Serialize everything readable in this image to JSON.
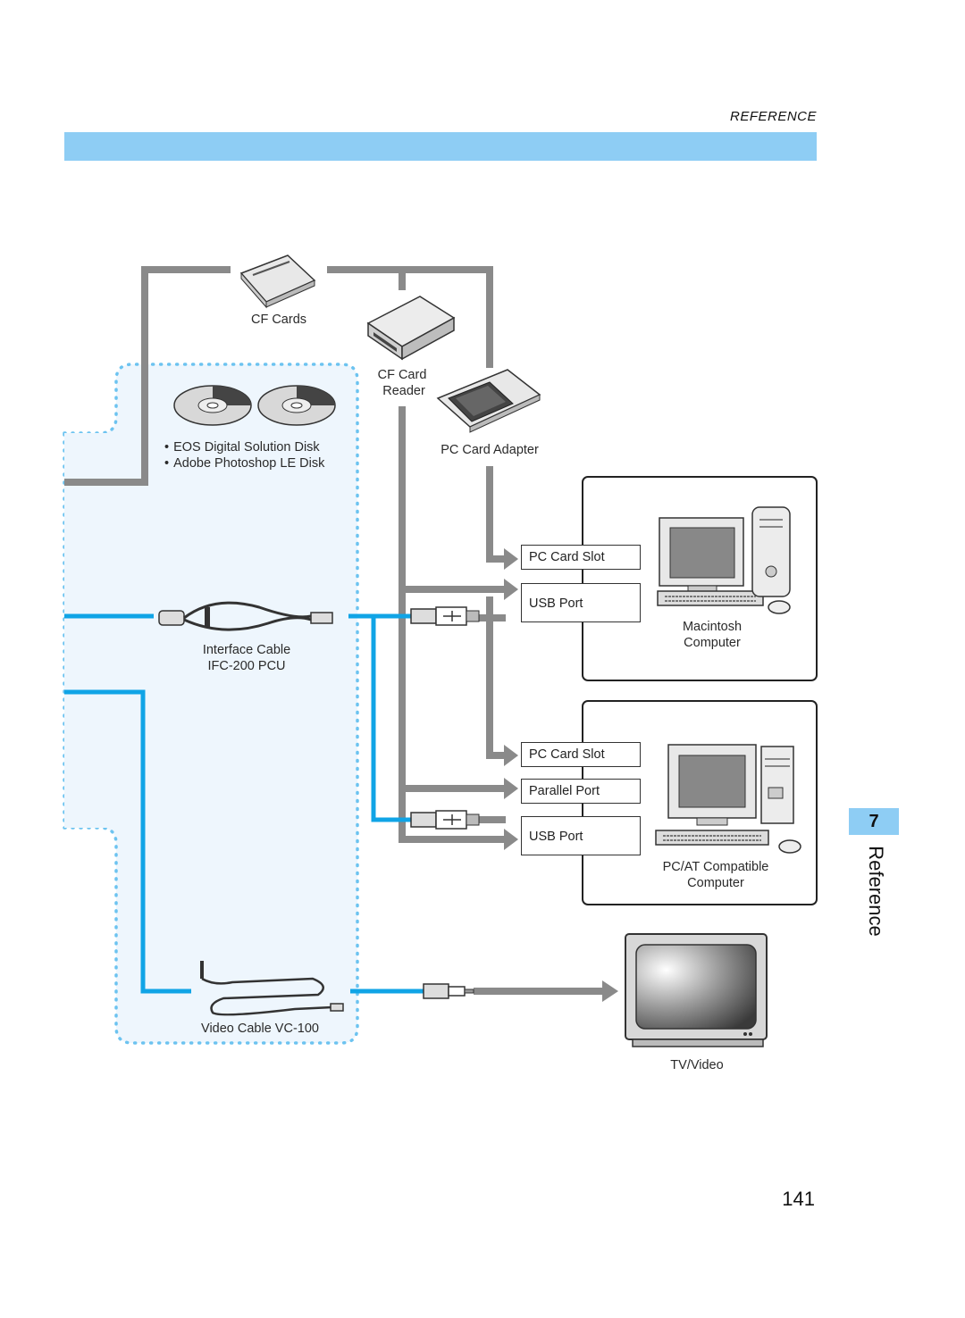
{
  "header": {
    "label": "REFERENCE",
    "bar_color": "#8ecdf4"
  },
  "labels": {
    "cf_cards": "CF Cards",
    "cf_card_reader_line1": "CF Card",
    "cf_card_reader_line2": "Reader",
    "pc_card_adapter": "PC Card Adapter",
    "disk1": "EOS Digital Solution Disk",
    "disk2": "Adobe Photoshop LE Disk",
    "interface_cable_line1": "Interface Cable",
    "interface_cable_line2": "IFC-200 PCU",
    "video_cable": "Video Cable VC-100",
    "mac_line1": "Macintosh",
    "mac_line2": "Computer",
    "pc_line1": "PC/AT Compatible",
    "pc_line2": "Computer",
    "tv": "TV/Video"
  },
  "mac_ports": [
    "PC Card Slot",
    "USB Port"
  ],
  "pc_ports": [
    "PC Card Slot",
    "Parallel Port",
    "USB Port"
  ],
  "chapter": {
    "number": "7",
    "title": "Reference"
  },
  "page_number": "141",
  "colors": {
    "gray_line": "#8a8a8a",
    "blue_line": "#10a4e6",
    "dotted_region": "#6cc3f0",
    "region_fill": "#eef6fd"
  }
}
